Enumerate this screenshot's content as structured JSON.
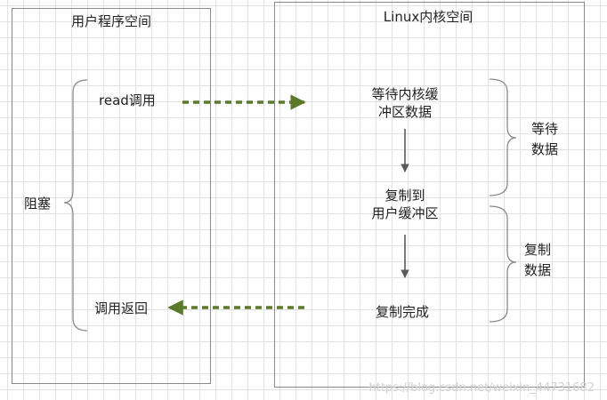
{
  "user_space": {
    "title": "用户程序空间",
    "read_call": "read调用",
    "call_return": "调用返回",
    "blocked": "阻塞"
  },
  "kernel_space": {
    "title": "Linux内核空间",
    "wait_buffer_line1": "等待内核缓",
    "wait_buffer_line2": "冲区数据",
    "copy_to_line1": "复制到",
    "copy_to_line2": "用户缓冲区",
    "copy_done": "复制完成",
    "wait_data_line1": "等待",
    "wait_data_line2": "数据",
    "copy_data_line1": "复制",
    "copy_data_line2": "数据"
  },
  "colors": {
    "dashed_arrow": "#5a7a2a",
    "solid_arrow": "#5a5a5a",
    "brace": "#8a8a8a",
    "panel_border": "#8a8a8a"
  },
  "watermark": "https://blog.csdn.net/weixin_44731682"
}
